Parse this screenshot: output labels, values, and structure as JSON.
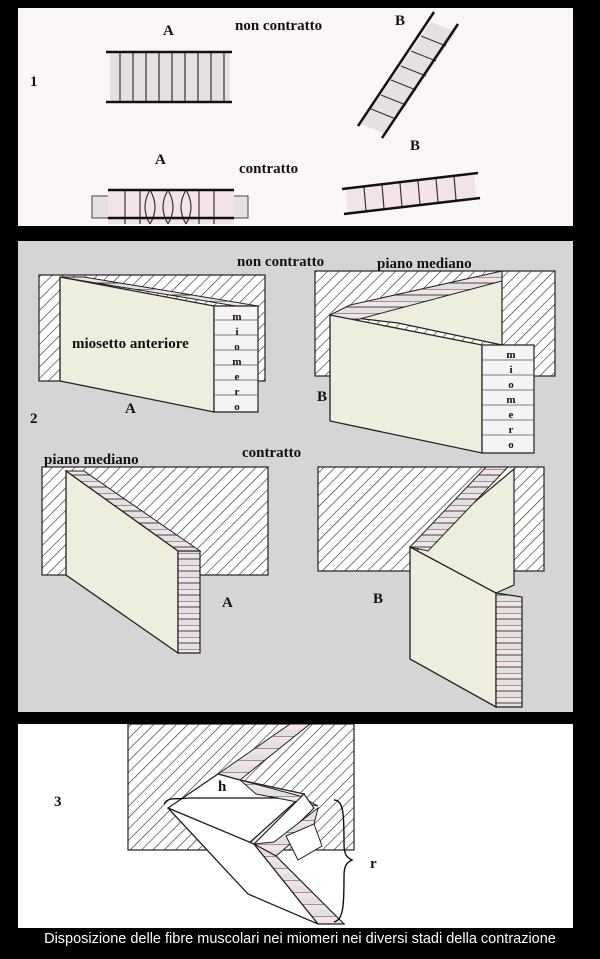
{
  "panel1": {
    "number": "1",
    "label_a1": "A",
    "label_b1": "B",
    "state_top": "non contratto",
    "label_a2": "A",
    "label_b2": "B",
    "state_bottom": "contratto"
  },
  "panel2": {
    "number": "2",
    "state_top": "non contratto",
    "plane_top": "piano mediano",
    "myoseptum": "miosetto anteriore",
    "myomere_letters": [
      "m",
      "i",
      "o",
      "m",
      "e",
      "r",
      "o"
    ],
    "label_a1": "A",
    "label_b1": "B",
    "state_bottom": "contratto",
    "plane_bottom": "piano mediano",
    "label_a2": "A",
    "label_b2": "B"
  },
  "panel3": {
    "number": "3",
    "label_h": "h",
    "label_r": "r"
  },
  "caption": "Disposizione delle fibre muscolari nei miomeri nei diversi stadi della contrazione",
  "colors": {
    "background": "#000000",
    "panel_light": "#fbf6f6",
    "panel_gray": "#d5d5d5",
    "face_cream": "#eeeedc",
    "segment_pink": "#f3e2e6",
    "segment_gray": "#dcdcdc"
  }
}
